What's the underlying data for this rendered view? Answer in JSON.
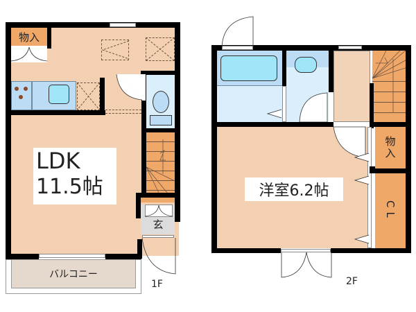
{
  "floor1": {
    "floor_label": "1F",
    "rooms": {
      "ldk": {
        "name": "LDK",
        "size": "11.5帖"
      },
      "storage": {
        "label": "物入"
      },
      "entrance": {
        "label": "玄"
      },
      "balcony": {
        "label": "バルコニー"
      }
    }
  },
  "floor2": {
    "floor_label": "2F",
    "rooms": {
      "western_room": {
        "label": "洋室6.2帖"
      },
      "storage": {
        "label": "物入"
      },
      "closet": {
        "label": "CL"
      }
    }
  },
  "colors": {
    "floor": "#f3d0b2",
    "wet_area": "#dbeefb",
    "storage": "#f0a869",
    "entrance": "#dcdcdc",
    "wall": "#000000"
  }
}
